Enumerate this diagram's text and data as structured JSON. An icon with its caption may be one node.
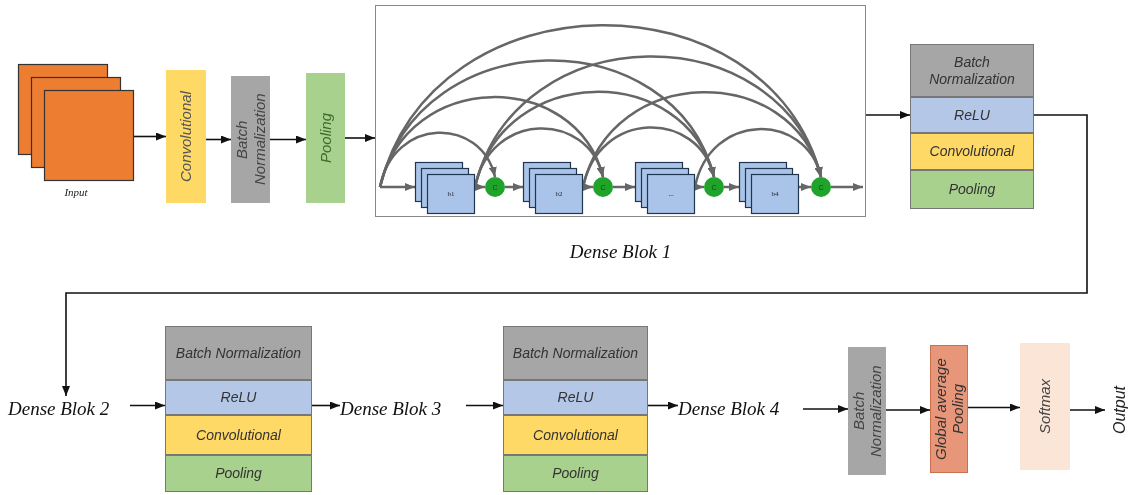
{
  "diagram": {
    "nodes": [
      {
        "text": [],
        "shape": "box",
        "beside": [
          "Input"
        ]
      },
      {
        "text": [
          "Convolutional"
        ]
      },
      {
        "text": [
          "Batch Normalization"
        ]
      },
      {
        "text": [
          "Pooling"
        ]
      },
      {
        "text": [
          "Dense Blok 1"
        ]
      },
      {
        "text": [
          "b1"
        ],
        "in": 4
      },
      {
        "text": [
          "C"
        ],
        "in": 4
      },
      {
        "text": [
          "b2"
        ],
        "in": 4
      },
      {
        "text": [
          "C"
        ],
        "in": 4
      },
      {
        "text": [
          "..."
        ],
        "in": 4
      },
      {
        "text": [
          "C"
        ],
        "in": 4
      },
      {
        "text": [
          "b4"
        ],
        "in": 4
      },
      {
        "text": [
          "C"
        ],
        "in": 4
      },
      {
        "text": [
          "Batch Normalization"
        ]
      },
      {
        "text": [
          "ReLU"
        ]
      },
      {
        "text": [
          "Convolutional"
        ]
      },
      {
        "text": [
          "Pooling"
        ]
      },
      {
        "text": [
          "Dense Blok 2"
        ]
      },
      {
        "text": [
          "Batch Normalization"
        ]
      },
      {
        "text": [
          "ReLU"
        ]
      },
      {
        "text": [
          "Convolutional"
        ]
      },
      {
        "text": [
          "Pooling"
        ]
      },
      {
        "text": [
          "Dense Blok 3"
        ]
      },
      {
        "text": [
          "Batch Normalization"
        ]
      },
      {
        "text": [
          "ReLU"
        ]
      },
      {
        "text": [
          "Convolutional"
        ]
      },
      {
        "text": [
          "Pooling"
        ]
      },
      {
        "text": [
          "Dense Blok 4"
        ]
      },
      {
        "text": [
          "Batch Normalization"
        ]
      },
      {
        "text": [
          "Global average Pooling"
        ]
      },
      {
        "text": [
          "Softmax"
        ]
      },
      {
        "text": [
          "Output"
        ]
      }
    ],
    "edges": [
      {
        "from": 0,
        "to": 1,
        "arrow": "to",
        "color": "#111111"
      },
      {
        "from": 1,
        "to": 2,
        "arrow": "to",
        "color": "#111111"
      },
      {
        "from": 2,
        "to": 3,
        "arrow": "to",
        "color": "#111111"
      },
      {
        "from": 3,
        "to": 4,
        "arrow": "to",
        "color": "#111111"
      },
      {
        "from": null,
        "to": 5,
        "arrow": "to"
      },
      {
        "from": 5,
        "to": 6,
        "arrow": "to"
      },
      {
        "from": 6,
        "to": 7,
        "arrow": "to"
      },
      {
        "from": 7,
        "to": 8,
        "arrow": "to"
      },
      {
        "from": 8,
        "to": 9,
        "arrow": "to"
      },
      {
        "from": 9,
        "to": 10,
        "arrow": "to"
      },
      {
        "from": 10,
        "to": 11,
        "arrow": "to"
      },
      {
        "from": 11,
        "to": 12,
        "arrow": "to"
      },
      {
        "from": 12,
        "to": null,
        "arrow": "to"
      },
      {
        "from": null,
        "to": 6,
        "arrow": "to"
      },
      {
        "from": null,
        "to": 8,
        "arrow": "to"
      },
      {
        "from": null,
        "to": 10,
        "arrow": "to"
      },
      {
        "from": null,
        "to": 12,
        "arrow": "to"
      },
      {
        "from": 5,
        "to": 8,
        "arrow": "to"
      },
      {
        "from": 5,
        "to": 10,
        "arrow": "to"
      },
      {
        "from": 5,
        "to": 12,
        "arrow": "to"
      },
      {
        "from": 7,
        "to": 10,
        "arrow": "to"
      },
      {
        "from": 7,
        "to": 12,
        "arrow": "to"
      },
      {
        "from": 9,
        "to": 12,
        "arrow": "to"
      },
      {
        "from": 4,
        "to": 14,
        "arrow": "to",
        "color": "#111111"
      },
      {
        "from": 14,
        "to": 17,
        "arrow": "to",
        "color": "#111111"
      },
      {
        "from": 17,
        "to": 19,
        "arrow": "to",
        "color": "#111111"
      },
      {
        "from": 19,
        "to": 22,
        "arrow": "to",
        "color": "#111111"
      },
      {
        "from": 22,
        "to": 24,
        "arrow": "to",
        "color": "#111111"
      },
      {
        "from": 24,
        "to": 27,
        "arrow": "to",
        "color": "#111111"
      },
      {
        "from": 27,
        "to": 28,
        "arrow": "to",
        "color": "#111111"
      },
      {
        "from": 28,
        "to": 29,
        "arrow": "to",
        "color": "#111111"
      },
      {
        "from": 29,
        "to": 30,
        "arrow": "to",
        "color": "#111111"
      },
      {
        "from": 30,
        "to": 31,
        "arrow": "to",
        "color": "#111111"
      }
    ]
  }
}
